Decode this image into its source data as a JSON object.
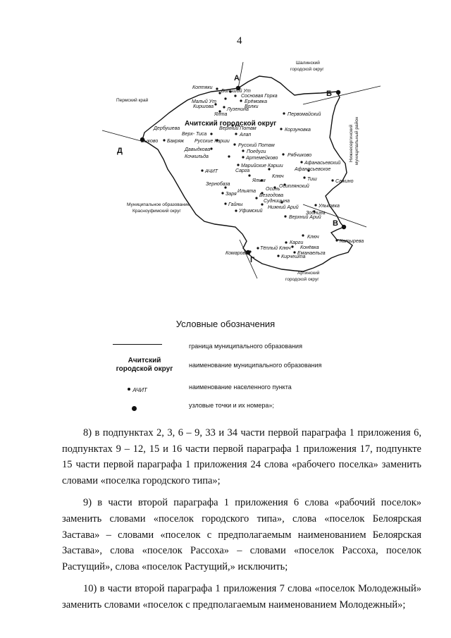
{
  "page_number": "4",
  "map": {
    "district_name": "Ачитский городской округ",
    "neighbors": {
      "shalinsky": [
        "Шалинский",
        "городской округ"
      ],
      "perm": "Пермский край",
      "nizhneserginsky": [
        "Нижнесергинский",
        "муниципальный район"
      ],
      "krasnoufimsk": [
        "Муниципальное образование",
        "Красноуфимский округ"
      ],
      "artinsky": [
        "Артинский",
        "городской округ"
      ]
    },
    "corners": [
      "А",
      "Б",
      "В",
      "Г",
      "Д"
    ],
    "settlements": [
      "Коптяки",
      "Большой Ут",
      "Сосновая Горка",
      "Малый Ут",
      "Ерёмовка",
      "Волки",
      "Киршова",
      "Лузенина",
      "Ялта",
      "Первомайский",
      "Дербушева",
      "Верхний Потам",
      "Корзуновка",
      "Верх- Тиса",
      "Алап",
      "Быково",
      "Бакряж",
      "Русские Карши",
      "Русский Потам",
      "Давыдкова",
      "Поедуги",
      "Рябчиково",
      "Кочкильда",
      "Артемейково",
      "Афанасьевский",
      "Марийские Карши",
      "Сарга",
      "Афанасьевское",
      "АЧИТ",
      "Ключ",
      "Зернобаза",
      "Ялым",
      "Тиш",
      "Сажино",
      "Заря",
      "Ильята",
      "Осинь",
      "Осиплянский",
      "Безгодова",
      "Судницына",
      "Гайны",
      "Нижний Арий",
      "Ульковка",
      "Уфимский",
      "Зобнина",
      "Верхний Арий",
      "Ключ",
      "Карги",
      "Конёвка",
      "Катырева",
      "Комаровка",
      "Тёплый Ключ",
      "Еманаельга",
      "Кирчешта"
    ]
  },
  "legend": {
    "title": "Условные обозначения",
    "boundary": "граница муниципального образования",
    "district_sample": [
      "Ачитский",
      "городской округ"
    ],
    "district_desc": "наименование муниципального образования",
    "settlement_sample": "АЧИТ",
    "settlement_desc": "наименование населенного пункта",
    "node_desc": "узловые точки и их номера»;"
  },
  "paragraphs": [
    "8) в подпунктах 2, 3, 6 – 9, 33 и 34 части первой параграфа 1 приложения 6, подпунктах 9 – 12, 15 и 16 части первой параграфа 1 приложения 17, подпункте 15 части первой параграфа 1 приложения 24 слова «рабочего поселка» заменить словами «поселка городского типа»;",
    "9) в части второй параграфа 1 приложения 6 слова «рабочий поселок» заменить словами «поселок городского типа», слова «поселок Белоярская Застава» – словами «поселок с предполагаемым наименованием Белоярская Застава», слова «поселок Рассоха» – словами «поселок Рассоха, поселок Растущий», слова «поселок Растущий,» исключить;",
    "10) в части второй параграфа 1 приложения 7 слова «поселок Молодежный» заменить словами «поселок с предполагаемым наименованием Молодежный»;"
  ]
}
